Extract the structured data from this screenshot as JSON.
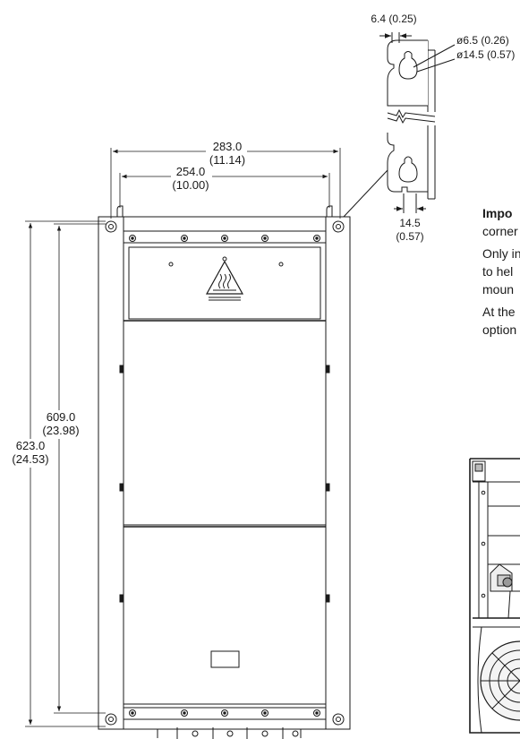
{
  "dimensions": {
    "slot_width": "6.4 (0.25)",
    "hole_small": "ø6.5 (0.26)",
    "hole_large": "ø14.5 (0.57)",
    "slot_height_mm": "14.5",
    "slot_height_in": "(0.57)",
    "outer_width_mm": "283.0",
    "outer_width_in": "(11.14)",
    "inner_width_mm": "254.0",
    "inner_width_in": "(10.00)",
    "inner_height_mm": "609.0",
    "inner_height_in": "(23.98)",
    "outer_height_mm": "623.0",
    "outer_height_in": "(24.53)"
  },
  "notes": {
    "line1_bold": "Impo",
    "line2": "corner",
    "line3": "Only in",
    "line4": "to hel",
    "line5": "moun",
    "line6": "At the",
    "line7": "option"
  }
}
